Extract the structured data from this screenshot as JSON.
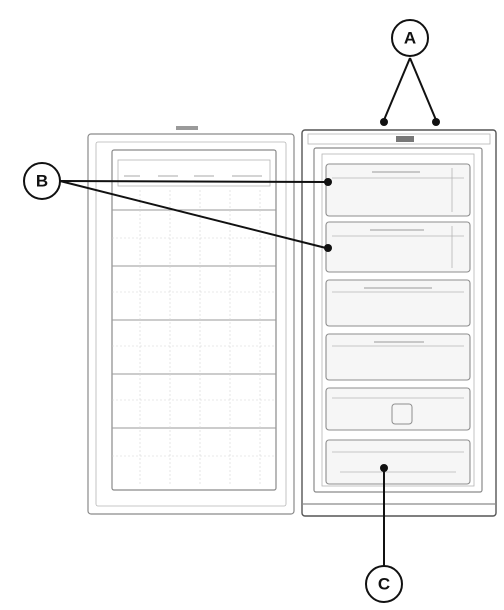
{
  "callouts": {
    "a": {
      "letter": "A"
    },
    "b": {
      "letter": "B"
    },
    "c": {
      "letter": "C"
    }
  },
  "colors": {
    "line": "#111111",
    "outline": "#8a8a8a",
    "background": "#ffffff"
  }
}
